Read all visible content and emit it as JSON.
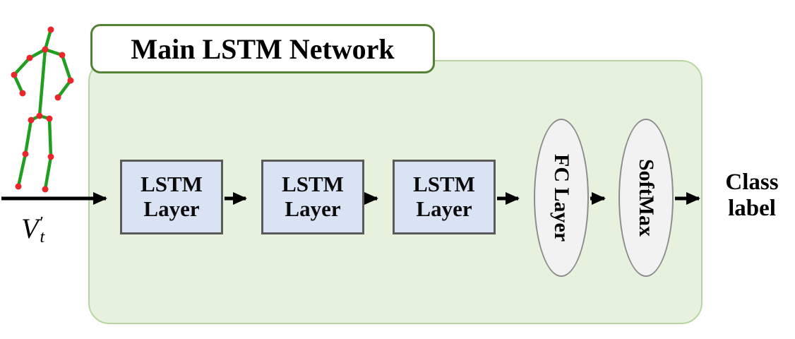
{
  "diagram": {
    "title": "Main LSTM Network",
    "input": {
      "variable": "V",
      "prime": "′",
      "subscript": "t"
    },
    "lstm_layers": [
      "LSTM\nLayer",
      "LSTM\nLayer",
      "LSTM\nLayer"
    ],
    "fc_label": "FC Layer",
    "softmax_label": "SoftMax",
    "output_label": "Class\nlabel",
    "colors": {
      "panel_fill": "#e7f2de",
      "panel_border": "#b5d6a3",
      "title_border": "#538135",
      "lstm_fill": "#dae3f3",
      "lstm_border": "#5a5a5a",
      "ellipse_fill": "#f2f2f2",
      "ellipse_border": "#8c8c8c",
      "skeleton_bone": "#1f9e1f",
      "skeleton_joint": "#e8262b",
      "arrow": "#000000"
    }
  }
}
